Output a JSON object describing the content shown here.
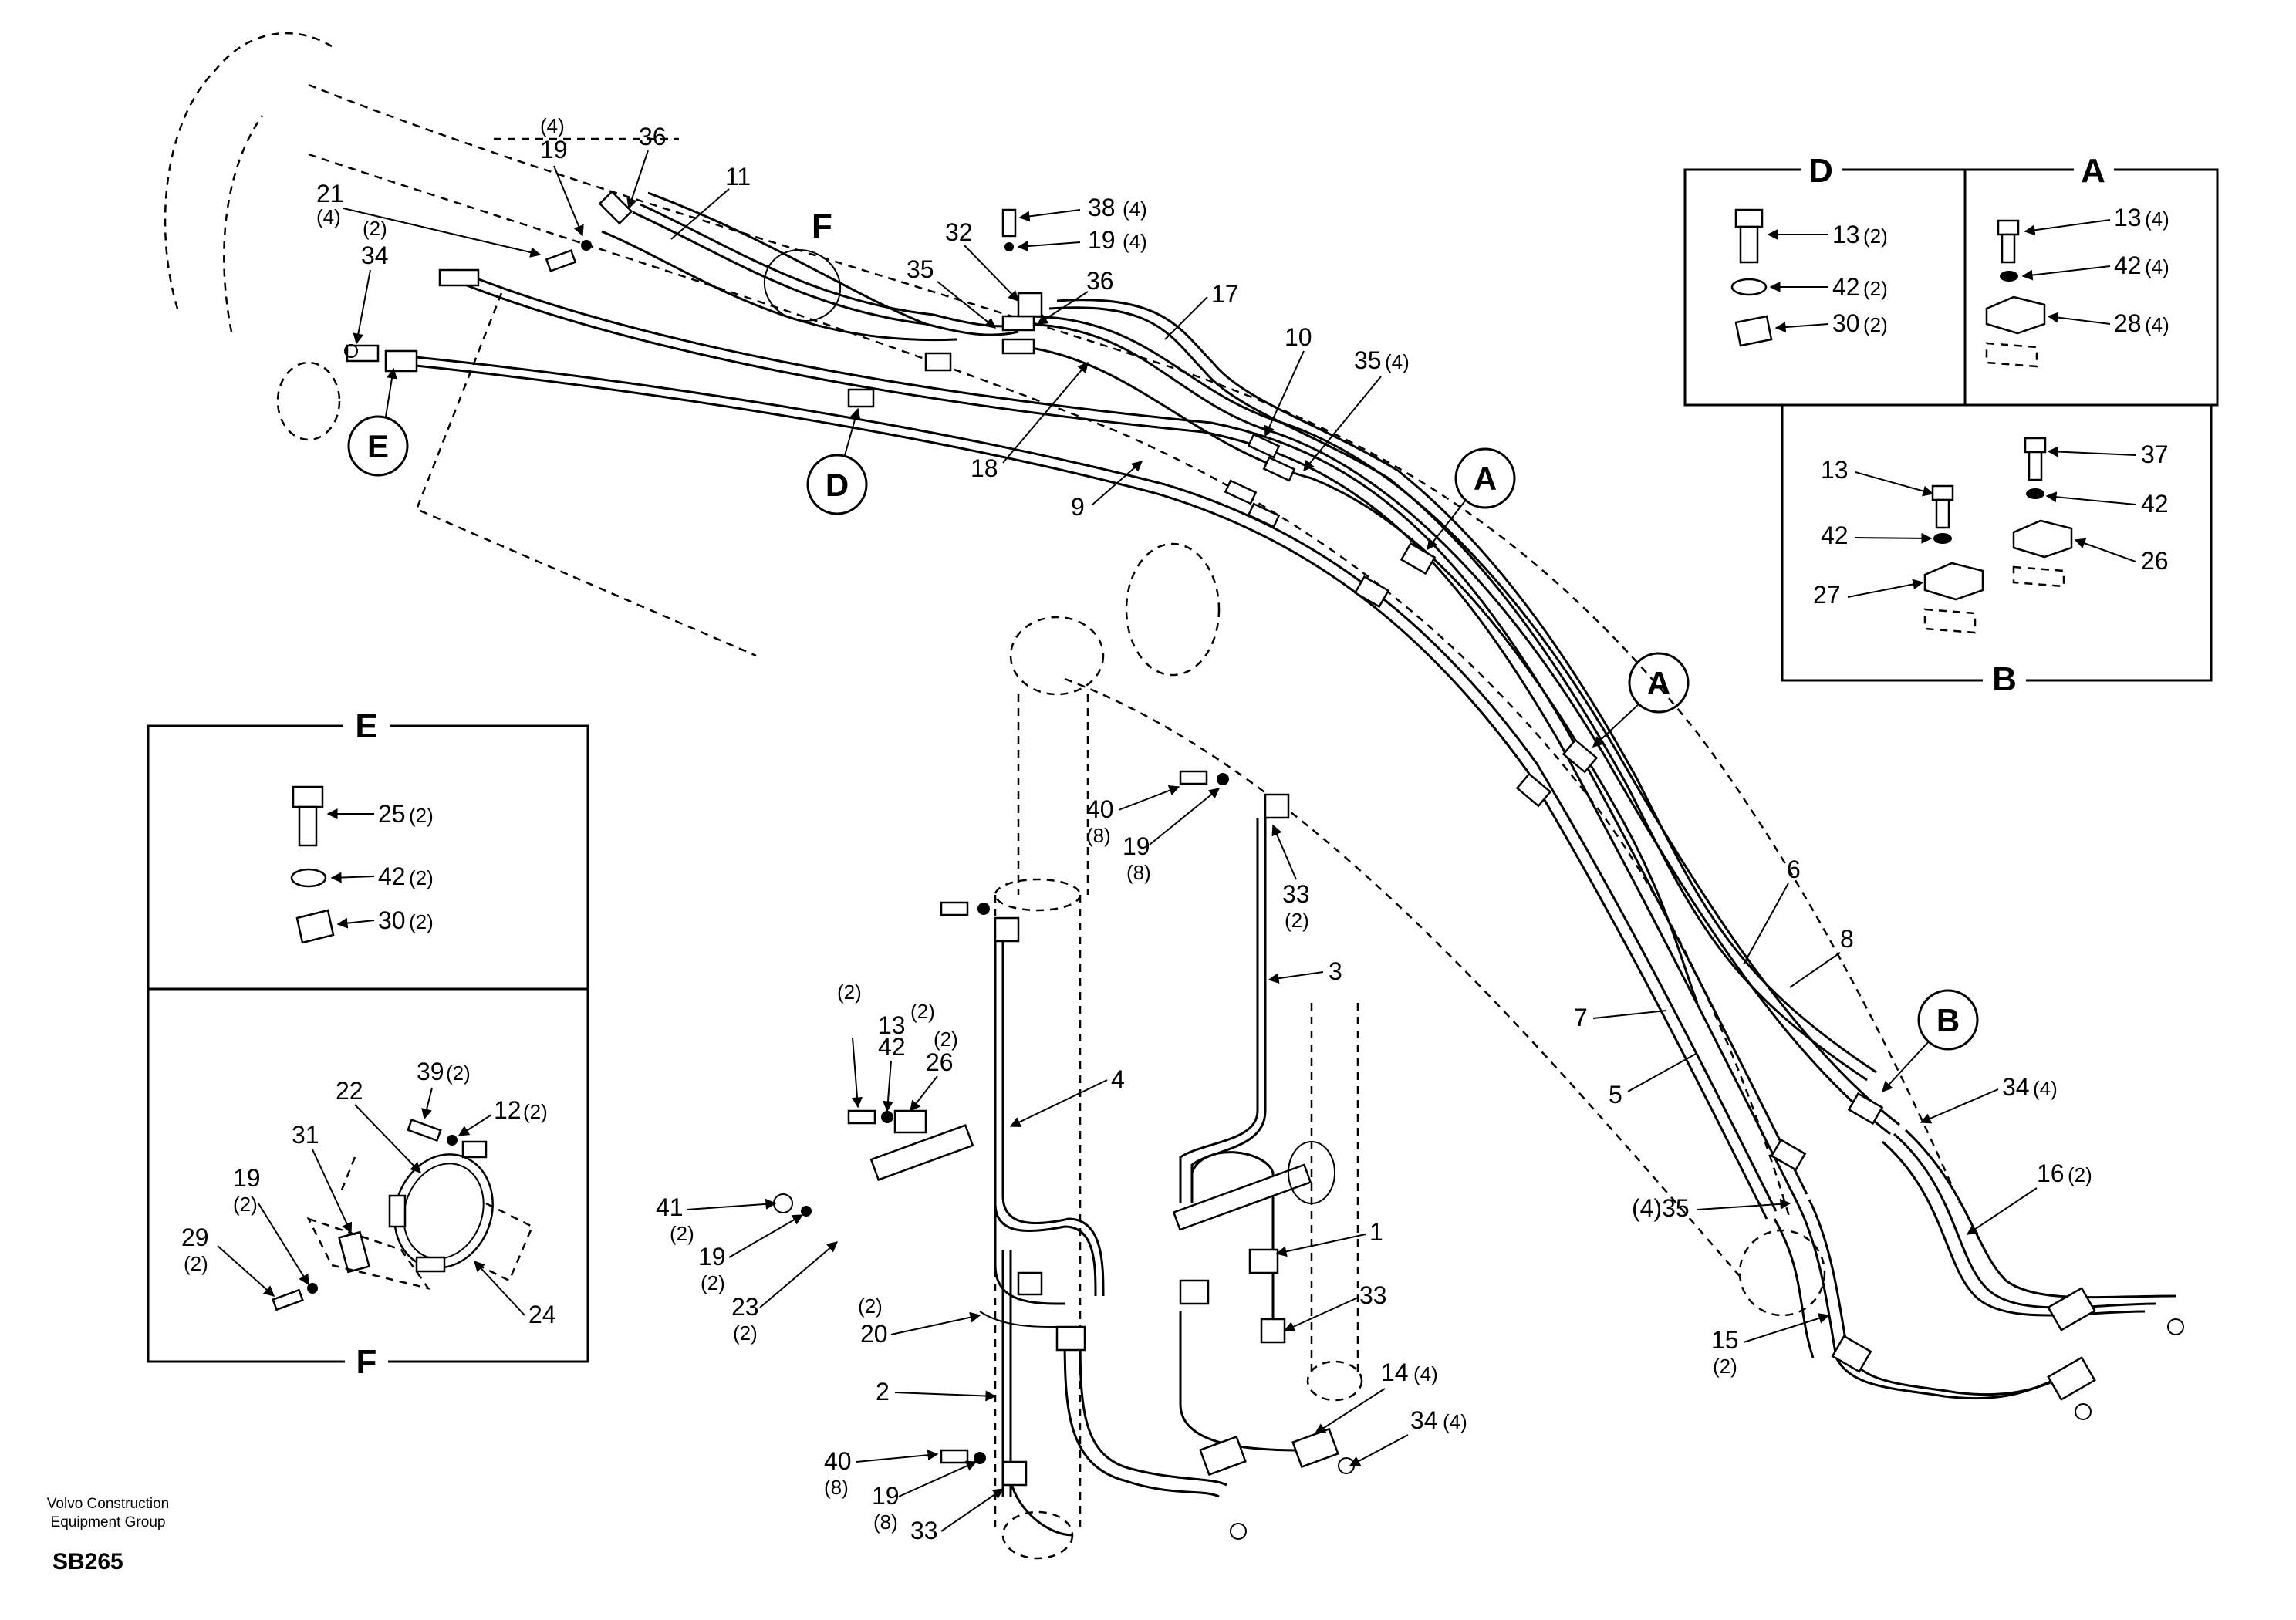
{
  "diagram": {
    "callouts": {
      "A1": "A",
      "A2": "A",
      "B": "B",
      "D": "D",
      "E": "E"
    },
    "labels": {
      "p1": "1",
      "p2": "2",
      "p3": "3",
      "p4": "4",
      "p5": "5",
      "p6": "6",
      "p7": "7",
      "p8": "8",
      "p9": "9",
      "p10": "10",
      "p11": "11",
      "p17": "17",
      "p18": "18",
      "p20": "20",
      "p20q": "(2)",
      "p21": "21",
      "p21q": "(4)",
      "p19a": "19",
      "p19aq": "(4)",
      "p36a": "36",
      "p36b": "36",
      "p34a": "34",
      "p34aq": "(2)",
      "p32": "32",
      "p35a": "35",
      "p38": "38",
      "p38q": "(4)",
      "p19b": "19",
      "p19bq": "(4)",
      "p35b": "35",
      "p35bq": "(4)",
      "F": "F",
      "p40a": "40",
      "p40aq": "(8)",
      "p19c": "19",
      "p19cq": "(8)",
      "p33a": "33",
      "p33aq": "(2)",
      "p13": "13",
      "p13q": "(2)",
      "p42": "42",
      "p42q": "(2)",
      "p26": "26",
      "p26q": "(2)",
      "p41": "41",
      "p41q": "(2)",
      "p19d": "19",
      "p19dq": "(2)",
      "p23": "23",
      "p23q": "(2)",
      "p33b": "33",
      "p14": "14",
      "p14q": "(4)",
      "p34b": "34",
      "p34bq": "(4)",
      "p40b": "40",
      "p40bq": "(8)",
      "p19e": "19",
      "p19eq": "(8)",
      "p33c": "33",
      "p35c": "(4)35",
      "p15": "15",
      "p15q": "(2)",
      "p16": "16",
      "p16q": "(2)",
      "p34c": "34",
      "p34cq": "(4)"
    },
    "detail_D": {
      "title": "D",
      "items": [
        {
          "num": "13",
          "qty": "(2)"
        },
        {
          "num": "42",
          "qty": "(2)"
        },
        {
          "num": "30",
          "qty": "(2)"
        }
      ]
    },
    "detail_A": {
      "title": "A",
      "items": [
        {
          "num": "13",
          "qty": "(4)"
        },
        {
          "num": "42",
          "qty": "(4)"
        },
        {
          "num": "28",
          "qty": "(4)"
        }
      ]
    },
    "detail_B": {
      "title": "B",
      "items": [
        {
          "num": "13"
        },
        {
          "num": "42"
        },
        {
          "num": "27"
        },
        {
          "num": "37"
        },
        {
          "num": "42"
        },
        {
          "num": "26"
        }
      ]
    },
    "detail_E": {
      "title": "E",
      "items": [
        {
          "num": "25",
          "qty": "(2)"
        },
        {
          "num": "42",
          "qty": "(2)"
        },
        {
          "num": "30",
          "qty": "(2)"
        }
      ]
    },
    "detail_F": {
      "title": "F",
      "items": [
        {
          "num": "39",
          "qty": "(2)"
        },
        {
          "num": "12",
          "qty": "(2)"
        },
        {
          "num": "22"
        },
        {
          "num": "31"
        },
        {
          "num": "19",
          "qty": "(2)"
        },
        {
          "num": "29",
          "qty": "(2)"
        },
        {
          "num": "24"
        }
      ]
    }
  },
  "footer": {
    "publisher_line1": "Volvo Construction",
    "publisher_line2": "Equipment Group",
    "sheet_code": "SB265"
  }
}
